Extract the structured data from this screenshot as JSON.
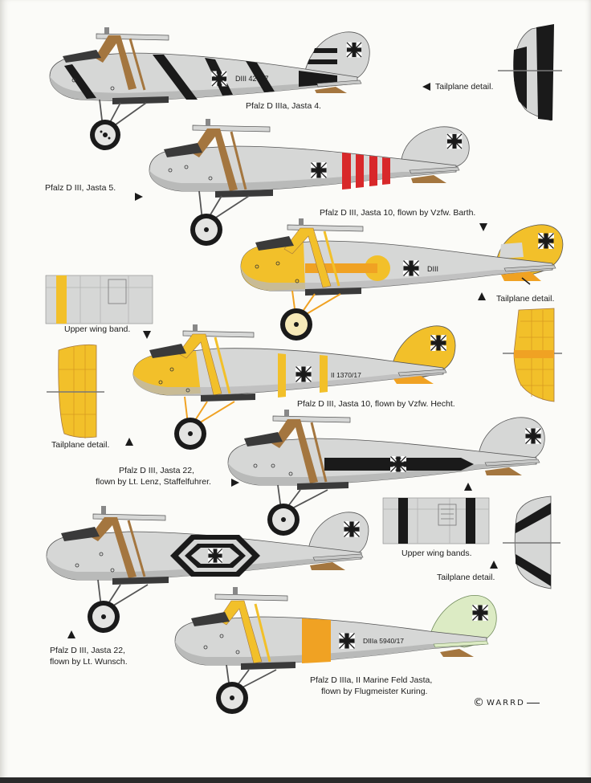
{
  "captions": {
    "jasta4": "Pfalz D IIIa, Jasta 4.",
    "tailplane_detail_1": "Tailplane detail.",
    "jasta5": "Pfalz D III, Jasta 5.",
    "jasta10_barth": "Pfalz D III, Jasta 10, flown by Vzfw. Barth.",
    "tailplane_detail_2": "Tailplane detail.",
    "upper_wing_band": "Upper wing band.",
    "jasta10_hecht": "Pfalz D III, Jasta 10, flown by Vzfw. Hecht.",
    "tailplane_detail_3": "Tailplane detail.",
    "jasta22_lenz_1": "Pfalz D III, Jasta 22,",
    "jasta22_lenz_2": "flown by Lt. Lenz, Staffelfuhrer.",
    "upper_wing_bands": "Upper wing bands.",
    "tailplane_detail_4": "Tailplane detail.",
    "jasta22_wunsch_1": "Pfalz D III, Jasta 22,",
    "jasta22_wunsch_2": "flown by Lt. Wunsch.",
    "marine_1": "Pfalz D IIIa, II Marine Feld Jasta,",
    "marine_2": "flown by Flugmeister Kuring."
  },
  "fuselage_markings": {
    "jasta4": "DIII 42 /17",
    "jasta10_barth": "DIII",
    "jasta10_hecht": "II 1370/17",
    "marine": "DIIIa 5940/17"
  },
  "signature": {
    "symbol": "©",
    "text": "WARRD"
  },
  "colors": {
    "silver": "#d6d7d6",
    "silver_shade": "#b9bab9",
    "yellow": "#f2c02a",
    "orange": "#f0a223",
    "black": "#1a1a1a",
    "red": "#d8282a",
    "light_green": "#dcebc4",
    "strut": "#a4763f"
  }
}
